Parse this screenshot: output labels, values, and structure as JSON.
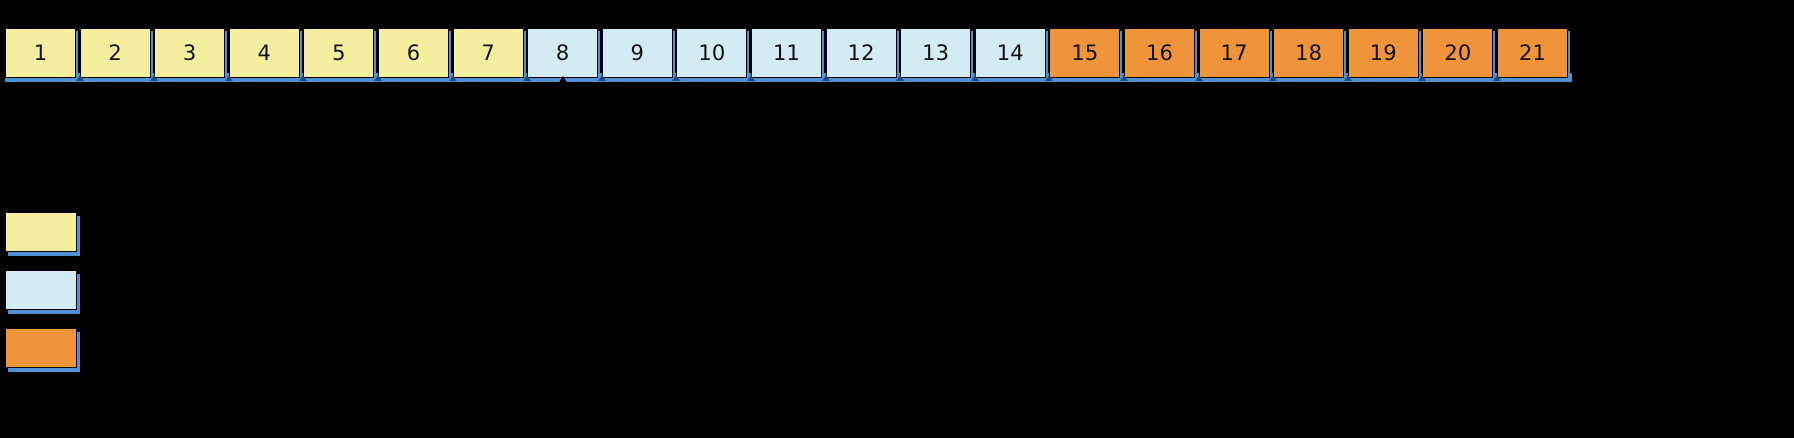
{
  "background_color": "#000000",
  "palette": {
    "phase_a": "#F5EE9E",
    "phase_b": "#D3EBF2",
    "phase_c": "#F0943C",
    "track": "#4E92D4",
    "outline": "#000000",
    "marker": "#000000"
  },
  "timeline": {
    "name": "numbered-timeline",
    "cell_count": 21,
    "marker_cell": 8,
    "cells": [
      {
        "label": "1",
        "group": "phase_a",
        "color": "#F5EE9E"
      },
      {
        "label": "2",
        "group": "phase_a",
        "color": "#F5EE9E"
      },
      {
        "label": "3",
        "group": "phase_a",
        "color": "#F5EE9E"
      },
      {
        "label": "4",
        "group": "phase_a",
        "color": "#F5EE9E"
      },
      {
        "label": "5",
        "group": "phase_a",
        "color": "#F5EE9E"
      },
      {
        "label": "6",
        "group": "phase_a",
        "color": "#F5EE9E"
      },
      {
        "label": "7",
        "group": "phase_a",
        "color": "#F5EE9E"
      },
      {
        "label": "8",
        "group": "phase_b",
        "color": "#D3EBF2"
      },
      {
        "label": "9",
        "group": "phase_b",
        "color": "#D3EBF2"
      },
      {
        "label": "10",
        "group": "phase_b",
        "color": "#D3EBF2"
      },
      {
        "label": "11",
        "group": "phase_b",
        "color": "#D3EBF2"
      },
      {
        "label": "12",
        "group": "phase_b",
        "color": "#D3EBF2"
      },
      {
        "label": "13",
        "group": "phase_b",
        "color": "#D3EBF2"
      },
      {
        "label": "14",
        "group": "phase_b",
        "color": "#D3EBF2"
      },
      {
        "label": "15",
        "group": "phase_c",
        "color": "#F0943C"
      },
      {
        "label": "16",
        "group": "phase_c",
        "color": "#F0943C"
      },
      {
        "label": "17",
        "group": "phase_c",
        "color": "#F0943C"
      },
      {
        "label": "18",
        "group": "phase_c",
        "color": "#F0943C"
      },
      {
        "label": "19",
        "group": "phase_c",
        "color": "#F0943C"
      },
      {
        "label": "20",
        "group": "phase_c",
        "color": "#F0943C"
      },
      {
        "label": "21",
        "group": "phase_c",
        "color": "#F0943C"
      }
    ]
  },
  "legend": {
    "name": "color-legend",
    "items": [
      {
        "group": "phase_a",
        "color": "#F5EE9E",
        "label": ""
      },
      {
        "group": "phase_b",
        "color": "#D3EBF2",
        "label": ""
      },
      {
        "group": "phase_c",
        "color": "#F0943C",
        "label": ""
      }
    ]
  }
}
